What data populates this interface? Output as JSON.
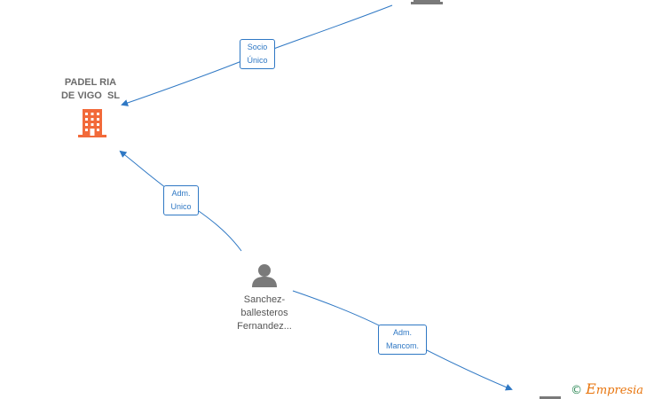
{
  "nodes": {
    "company": {
      "name_line1": "PADEL RIA",
      "name_line2": "DE VIGO  SL",
      "icon": "building-icon",
      "color": "#f26a3a"
    },
    "person": {
      "name_line1": "Sanchez-",
      "name_line2": "ballesteros",
      "name_line3": "Fernandez...",
      "icon": "person-icon",
      "color": "#7a7a7a"
    },
    "top_company": {
      "icon": "building-icon",
      "color": "#7a7a7a"
    },
    "bottom_company": {
      "icon": "building-icon",
      "color": "#7a7a7a"
    }
  },
  "edges": {
    "socio": {
      "line1": "Socio",
      "line2": "Único"
    },
    "adm_unico": {
      "line1": "Adm.",
      "line2": "Unico"
    },
    "adm_mancom": {
      "line1": "Adm.",
      "line2": "Mancom."
    }
  },
  "colors": {
    "edge": "#2f78c4",
    "accent": "#e8750e"
  },
  "brand": {
    "copyright": "©",
    "initial": "E",
    "name": "mpresia"
  }
}
